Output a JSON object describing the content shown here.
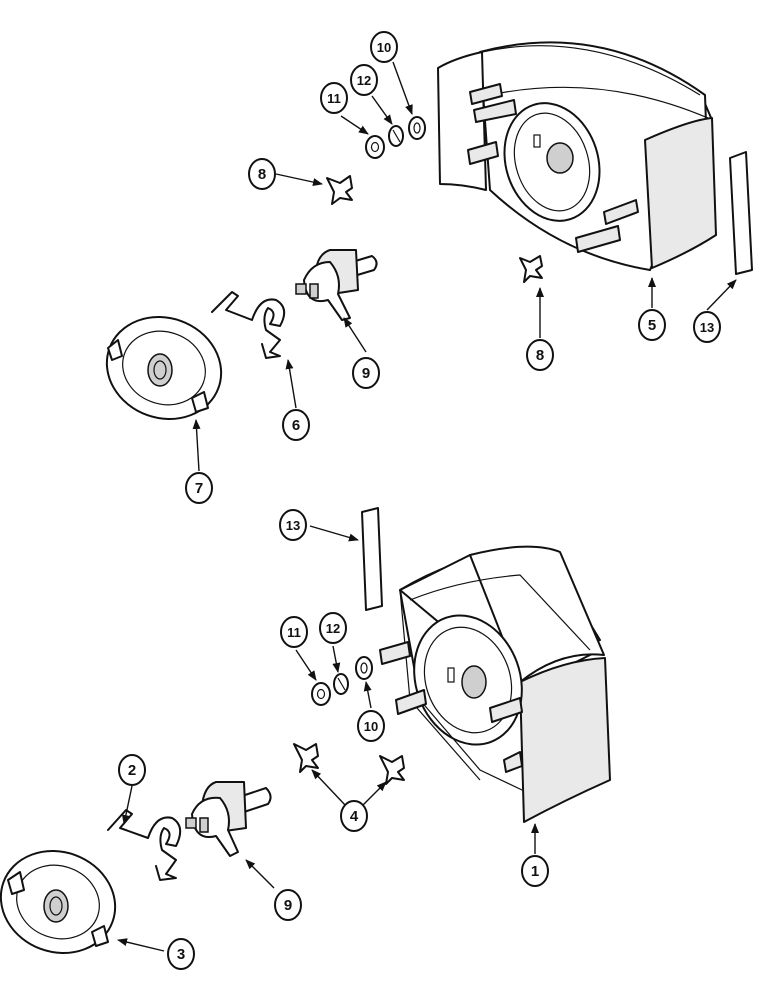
{
  "callouts": [
    {
      "id": "c5",
      "label": "5"
    },
    {
      "id": "c13a",
      "label": "13"
    },
    {
      "id": "c8a",
      "label": "8"
    },
    {
      "id": "c8b",
      "label": "8"
    },
    {
      "id": "c9a",
      "label": "9"
    },
    {
      "id": "c6",
      "label": "6"
    },
    {
      "id": "c7",
      "label": "7"
    },
    {
      "id": "c10a",
      "label": "10"
    },
    {
      "id": "c11a",
      "label": "11"
    },
    {
      "id": "c12a",
      "label": "12"
    },
    {
      "id": "c13b",
      "label": "13"
    },
    {
      "id": "c11b",
      "label": "11"
    },
    {
      "id": "c12b",
      "label": "12"
    },
    {
      "id": "c10b",
      "label": "10"
    },
    {
      "id": "c4",
      "label": "4"
    },
    {
      "id": "c1",
      "label": "1"
    },
    {
      "id": "c2",
      "label": "2"
    },
    {
      "id": "c9b",
      "label": "9"
    },
    {
      "id": "c3",
      "label": "3"
    }
  ]
}
